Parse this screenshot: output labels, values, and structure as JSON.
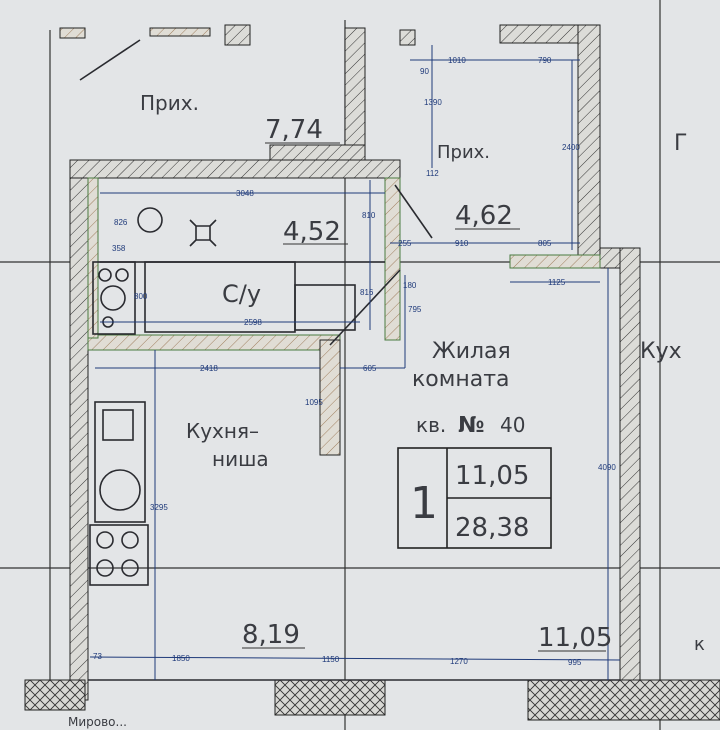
{
  "rooms": {
    "hall_neighbor": {
      "name": "Прих.",
      "area": "7,74"
    },
    "hall": {
      "name": "Прих.",
      "area": "4,62"
    },
    "bathroom_area": "4,52",
    "bathroom": {
      "name": "С/у"
    },
    "living": {
      "name_line1": "Жилая",
      "name_line2": "комната",
      "area": "11,05"
    },
    "kitchen": {
      "name_line1": "Кухня–",
      "name_line2": "ниша",
      "area": "8,19"
    },
    "neighbor_kitchen": "Кух",
    "neighbor_mark_1": "Г",
    "neighbor_mark_2": "к"
  },
  "apartment": {
    "label": "кв.",
    "number_sign": "№",
    "number": "40",
    "rooms_count": "1",
    "living_area": "11,05",
    "total_area": "28,38"
  },
  "dimensions": [
    "1010",
    "790",
    "90",
    "1390",
    "2400",
    "112",
    "3048",
    "826",
    "810",
    "4,52",
    "358",
    "255",
    "910",
    "805",
    "1125",
    "180",
    "800",
    "816",
    "795",
    "2598",
    "2418",
    "605",
    "1095",
    "3295",
    "4090",
    "73",
    "1850",
    "1150",
    "1270",
    "995"
  ],
  "footer_text": "Мирово..."
}
